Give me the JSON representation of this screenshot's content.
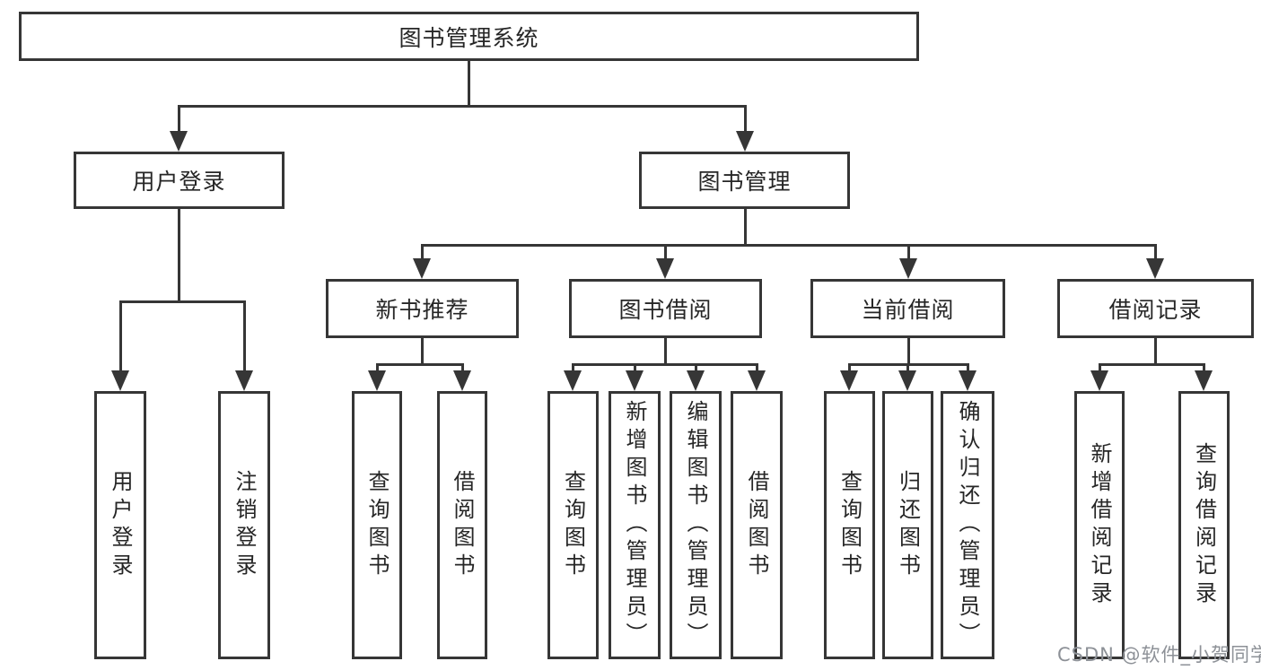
{
  "tree": {
    "label": "图书管理系统",
    "children": [
      {
        "label": "用户登录",
        "children": [
          {
            "label": "用户登录"
          },
          {
            "label": "注销登录"
          }
        ]
      },
      {
        "label": "图书管理",
        "children": [
          {
            "label": "新书推荐",
            "children": [
              {
                "label": "查询图书"
              },
              {
                "label": "借阅图书"
              }
            ]
          },
          {
            "label": "图书借阅",
            "children": [
              {
                "label": "查询图书"
              },
              {
                "label": "新增图书（管理员）"
              },
              {
                "label": "编辑图书（管理员）"
              },
              {
                "label": "借阅图书"
              }
            ]
          },
          {
            "label": "当前借阅",
            "children": [
              {
                "label": "查询图书"
              },
              {
                "label": "归还图书"
              },
              {
                "label": "确认归还（管理员）"
              }
            ]
          },
          {
            "label": "借阅记录",
            "children": [
              {
                "label": "新增借阅记录"
              },
              {
                "label": "查询借阅记录"
              }
            ]
          }
        ]
      }
    ]
  },
  "watermark": {
    "text": "CSDN @软件_小贺同学"
  },
  "colors": {
    "line": "#363636",
    "text": "#262626",
    "background": "#ffffff",
    "watermark": "#8d9197"
  }
}
